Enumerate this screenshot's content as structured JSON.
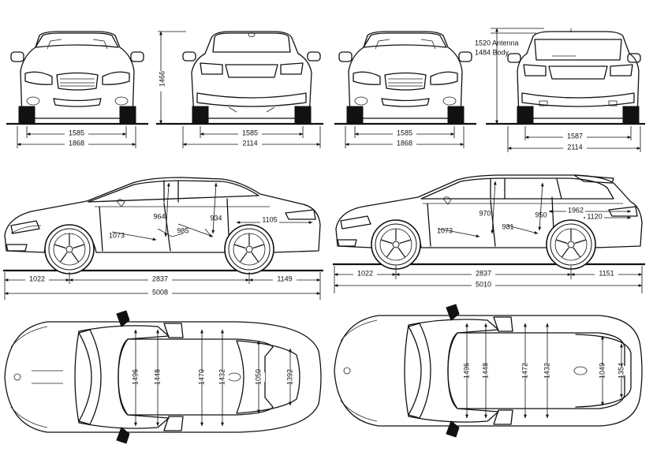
{
  "views": {
    "sedan_front": {
      "track": "1585",
      "width": "1868"
    },
    "sedan_rear": {
      "height": "1466",
      "track": "1585",
      "width_mirrors": "2114"
    },
    "wagon_front": {
      "track": "1585",
      "width": "1868"
    },
    "wagon_rear": {
      "antenna_height": "1520 Antenna",
      "body_height": "1484 Body",
      "track": "1587",
      "width_mirrors": "2114"
    },
    "sedan_side": {
      "front_overhang": "1022",
      "wheelbase": "2837",
      "rear_overhang": "1149",
      "length": "5008",
      "headroom_front": "964",
      "headroom_rear": "934",
      "trunk": "1105",
      "legroom_front": "1073",
      "legroom_rear": "985"
    },
    "wagon_side": {
      "front_overhang": "1022",
      "wheelbase": "2837",
      "rear_overhang": "1151",
      "length": "5010",
      "headroom_front": "970",
      "headroom_rear": "950",
      "cargo_length": "1962",
      "cargo_length_short": "1120",
      "legroom_front": "1073",
      "legroom_rear": "981"
    },
    "sedan_top": {
      "d1": "1496",
      "d2": "1448",
      "d3": "1470",
      "d4": "1432",
      "d5": "1050",
      "d6": "1392"
    },
    "wagon_top": {
      "d1": "1496",
      "d2": "1448",
      "d3": "1472",
      "d4": "1432",
      "d5": "1049",
      "d6": "1354"
    }
  }
}
